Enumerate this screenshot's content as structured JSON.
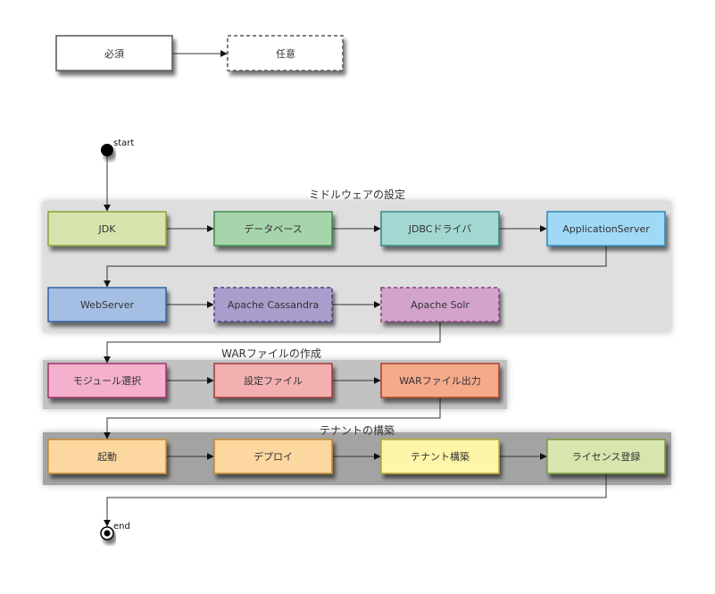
{
  "legend": {
    "required_label": "必須",
    "optional_label": "任意"
  },
  "start_label": "start",
  "end_label": "end",
  "groups": [
    {
      "id": "middleware",
      "title": "ミドルウェアの設定",
      "bg_color": "#dedede",
      "rows": [
        [
          {
            "label": "JDK",
            "fill": "#d7e4ad",
            "stroke": "#8aa03a",
            "optional": false
          },
          {
            "label": "データベース",
            "fill": "#a6d5ac",
            "stroke": "#3d8a4d",
            "optional": false
          },
          {
            "label": "JDBCドライバ",
            "fill": "#a3d8d2",
            "stroke": "#2e8a80",
            "optional": false
          },
          {
            "label": "ApplicationServer",
            "fill": "#a0d9f5",
            "stroke": "#2f86b8",
            "optional": false
          }
        ],
        [
          {
            "label": "WebServer",
            "fill": "#a4bfe3",
            "stroke": "#3463a0",
            "optional": false
          },
          {
            "label": "Apache Cassandra",
            "fill": "#a99dcc",
            "stroke": "#4e3e8a",
            "optional": true
          },
          {
            "label": "Apache Solr",
            "fill": "#d3a3cc",
            "stroke": "#8a3a80",
            "optional": true
          }
        ]
      ]
    },
    {
      "id": "war",
      "title": "WARファイルの作成",
      "bg_color": "#c2c2c2",
      "rows": [
        [
          {
            "label": "モジュール選択",
            "fill": "#f4b0cd",
            "stroke": "#a0336a",
            "optional": false
          },
          {
            "label": "設定ファイル",
            "fill": "#f4b0b0",
            "stroke": "#a03a3a",
            "optional": false
          },
          {
            "label": "WARファイル出力",
            "fill": "#f5ab8a",
            "stroke": "#a8402a",
            "optional": false
          }
        ]
      ]
    },
    {
      "id": "tenant",
      "title": "テナントの構築",
      "bg_color": "#a3a3a3",
      "rows": [
        [
          {
            "label": "起動",
            "fill": "#fcd7a0",
            "stroke": "#c08a30",
            "optional": false
          },
          {
            "label": "デプロイ",
            "fill": "#fcd7a0",
            "stroke": "#c08a30",
            "optional": false
          },
          {
            "label": "テナント構築",
            "fill": "#fdf5a8",
            "stroke": "#b8a830",
            "optional": false
          },
          {
            "label": "ライセンス登録",
            "fill": "#d7e6ae",
            "stroke": "#7a9a3a",
            "optional": false
          }
        ]
      ]
    }
  ]
}
